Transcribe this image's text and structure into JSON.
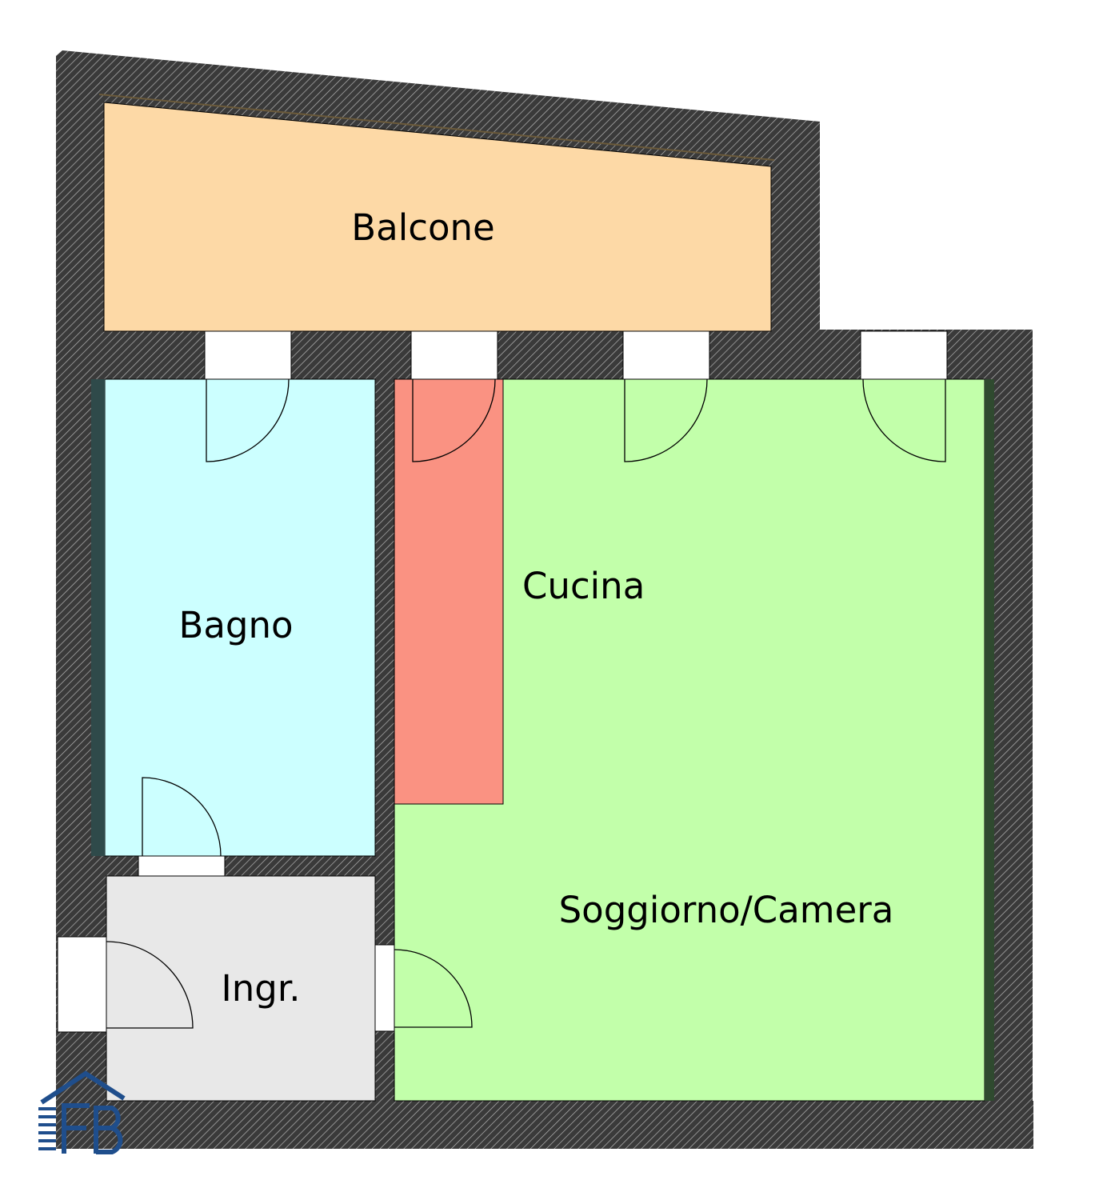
{
  "rooms": {
    "balcone": {
      "label": "Balcone",
      "color": "#FDD9A6"
    },
    "bagno": {
      "label": "Bagno",
      "color": "#CCFFFF"
    },
    "cucina": {
      "label": "Cucina",
      "color": "#FA9282"
    },
    "soggiorno": {
      "label": "Soggiorno/Camera",
      "color": "#C2FFAA"
    },
    "ingresso": {
      "label": "Ingr.",
      "color": "#E8E8E8"
    }
  },
  "walls": {
    "color": "#3A3A3A",
    "hatch_color": "#B5B5B5"
  },
  "logo": {
    "text": "FB",
    "color": "#1F4E8C",
    "icon": "house-logo-icon"
  }
}
